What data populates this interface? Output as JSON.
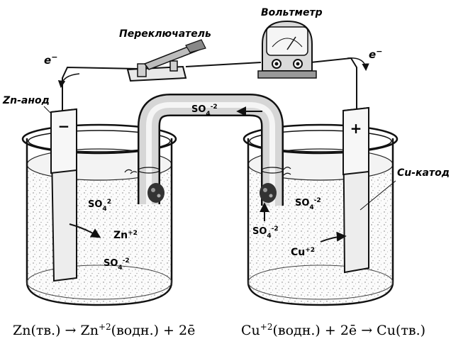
{
  "labels": {
    "voltmeter": "Вольтметр",
    "switch": "Переключатель",
    "zn_anode": "Zn-анод",
    "cu_cathode": "Cu-катод",
    "electron": "e",
    "electron_charge": "−",
    "minus_sign": "−",
    "plus_sign": "+",
    "so4": "SO",
    "so4_sub": "4",
    "so4_sup": "-2",
    "so4_left_sup": "2",
    "zn_ion": "Zn",
    "zn_ion_sup": "+2",
    "cu_ion": "Cu",
    "cu_ion_sup": "+2"
  },
  "equations": {
    "left": {
      "p1": "Zn(тв.) → Zn",
      "p1_sup": "+2",
      "p2": "(водн.) + 2ē"
    },
    "right": {
      "p1": "Cu",
      "p1_sup": "+2",
      "p2": "(водн.) + 2ē  → Cu(тв.)"
    }
  }
}
